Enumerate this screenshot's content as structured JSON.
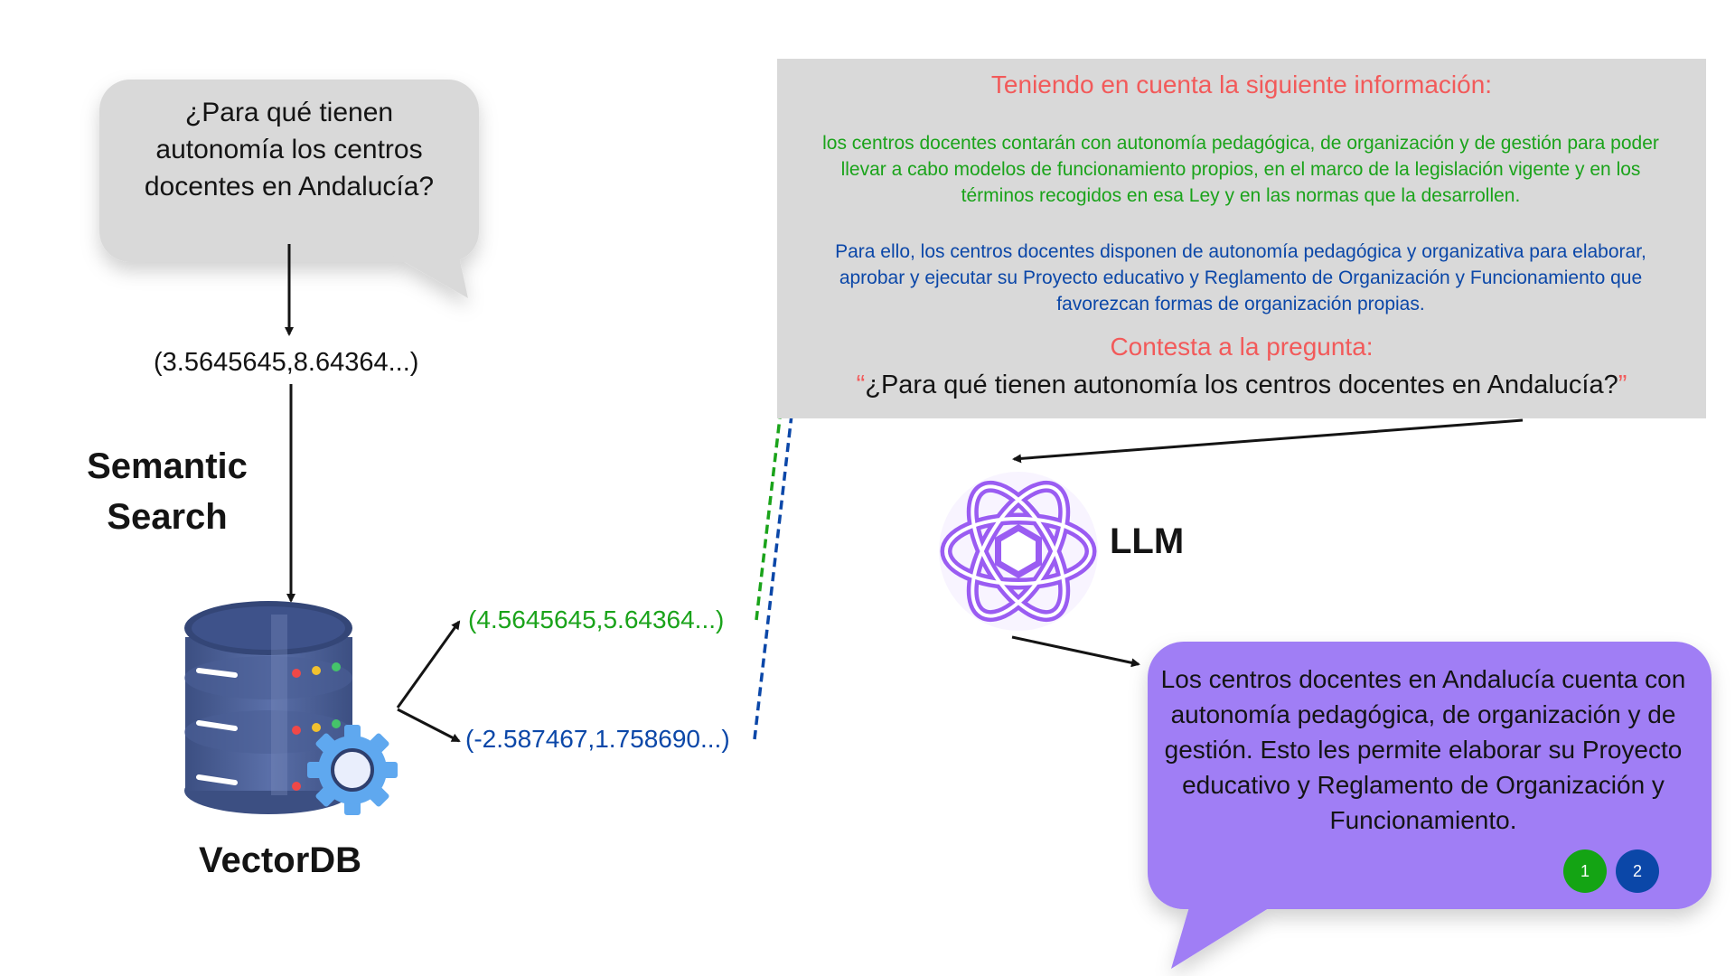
{
  "user_question": "¿Para qué tienen autonomía los centros docentes en Andalucía?",
  "query_vector": "(3.5645645,8.64364...)",
  "semantic_search_label": "Semantic Search",
  "vectordb_label": "VectorDB",
  "retrieved_vectors": [
    {
      "text": "(4.5645645,5.64364...)",
      "color": "#1aa31a"
    },
    {
      "text": "(-2.587467,1.758690...)",
      "color": "#0b47a8"
    }
  ],
  "prompt": {
    "header": "Teniendo en cuenta la siguiente información:",
    "context_1": "los centros docentes contarán con autonomía pedagógica, de organización y de gestión para poder llevar a cabo modelos de funcionamiento propios, en el marco de la legislación vigente y en los términos recogidos en esa Ley y en las normas que la desarrollen.",
    "context_2": "Para ello, los centros docentes disponen de autonomía pedagógica y organizativa para elaborar, aprobar y ejecutar su Proyecto educativo y Reglamento de Organización y Funcionamiento que favorezcan formas de organización propias.",
    "answer_header": "Contesta a la pregunta:",
    "open_quote": "“",
    "question": "¿Para qué tienen autonomía los centros docentes en Andalucía?",
    "close_quote": "”"
  },
  "llm_label": "LLM",
  "answer": "Los centros docentes en Andalucía cuenta con autonomía pedagógica, de organización y de gestión. Esto les permite elaborar su Proyecto educativo y Reglamento de Organización y Funcionamiento.",
  "citations": [
    "1",
    "2"
  ],
  "colors": {
    "accent_red": "#f25a5a",
    "context_green": "#1aa31a",
    "context_blue": "#0b47a8",
    "llm_purple": "#9a5cf2",
    "answer_bubble": "#a07ef5",
    "panel_gray": "#d9d9d9"
  }
}
